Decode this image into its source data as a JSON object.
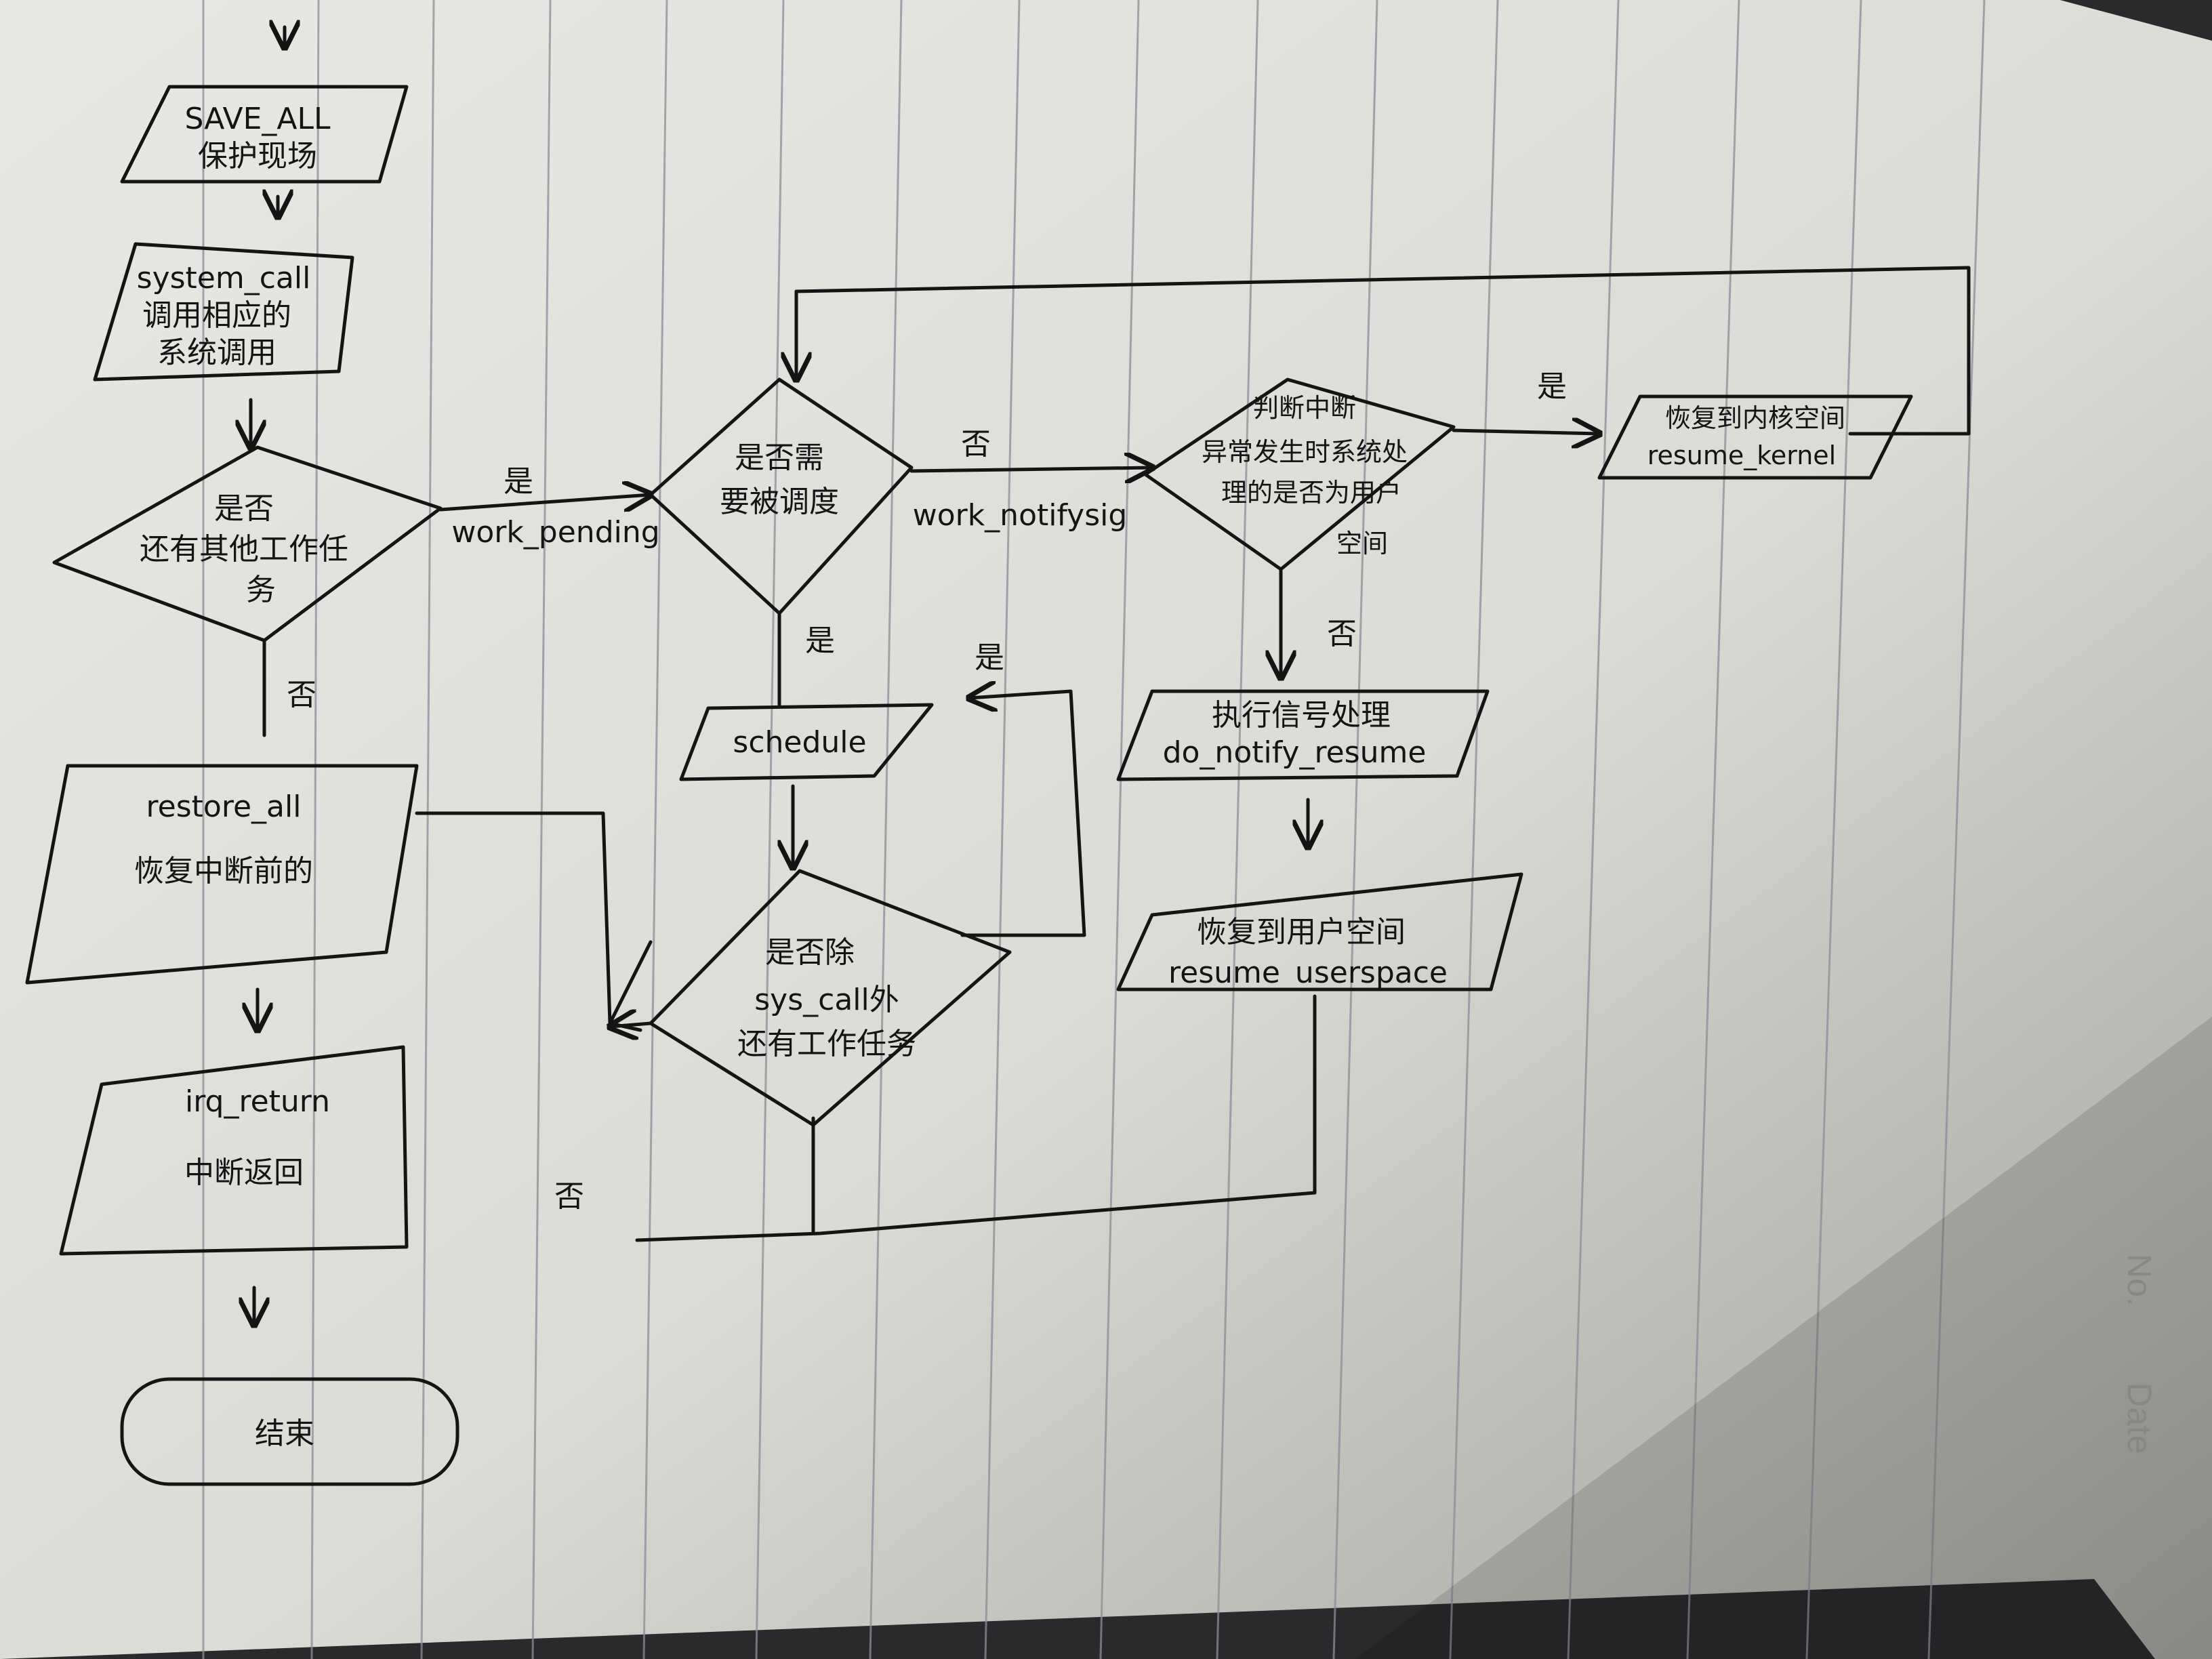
{
  "page_labels": {
    "no": "No.",
    "date": "Date"
  },
  "nodes": {
    "save_all": {
      "line1": "SAVE_ALL",
      "line2": "保护现场"
    },
    "system_call": {
      "line1": "system_call",
      "line2": "调用相应的",
      "line3": "系统调用"
    },
    "work_pending_check": {
      "line1": "是否",
      "line2": "还有其他工作任",
      "line3": "务"
    },
    "restore_all": {
      "line1": "restore_all",
      "line2": "恢复中断前的"
    },
    "irq_return": {
      "line1": "irq_return",
      "line2": "中断返回"
    },
    "end": {
      "line1": "结束"
    },
    "need_resched": {
      "line1": "是否需",
      "line2": "要被调度"
    },
    "schedule": {
      "line1": "schedule"
    },
    "other_work_check": {
      "line1": "是否除",
      "line2": "sys_call外",
      "line3": "还有工作任务"
    },
    "signal_check": {
      "line1": "判断中断",
      "line2": "异常发生时系统处",
      "line3": "理的是否为用户",
      "line4": "空间"
    },
    "resume_kernel": {
      "line1": "恢复到内核空间",
      "line2": "resume_kernel"
    },
    "do_notify_resume": {
      "line1": "执行信号处理",
      "line2": "do_notify_resume"
    },
    "resume_userspace": {
      "line1": "恢复到用户空间",
      "line2": "resume_userspace"
    }
  },
  "edges": {
    "yes_work_pending": {
      "label": "是",
      "sub": "work_pending"
    },
    "no_to_restore": {
      "label": "否"
    },
    "no_work_notifysig": {
      "label": "否",
      "sub": "work_notifysig"
    },
    "yes_schedule": {
      "label": "是"
    },
    "yes_loop_schedule": {
      "label": "是"
    },
    "no_bottom": {
      "label": "否"
    },
    "yes_resume_kernel": {
      "label": "是"
    },
    "no_do_notify": {
      "label": "否"
    }
  }
}
